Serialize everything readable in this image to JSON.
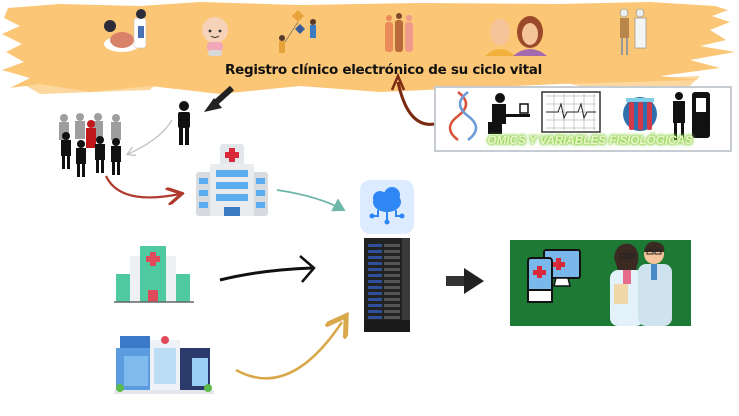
{
  "diagram": {
    "title": "Registro clínico electrónico de su ciclo vital",
    "omics_label": "OMICS Y VARIABLES FISIOLÓGICAS",
    "life_stages": [
      "pregnancy-doctor",
      "baby",
      "children-kite",
      "teenagers",
      "adults",
      "elderly"
    ],
    "omics_icons": [
      "dna-helix",
      "blood-pressure-patient",
      "ecg-monitor",
      "blood-test-tubes",
      "xray-scanner"
    ],
    "nodes": [
      {
        "id": "population",
        "icon": "population-crowd"
      },
      {
        "id": "individual",
        "icon": "person"
      },
      {
        "id": "hospital-1",
        "icon": "hospital-blue"
      },
      {
        "id": "hospital-2",
        "icon": "hospital-green"
      },
      {
        "id": "hospital-3",
        "icon": "hospital-complex"
      },
      {
        "id": "cloud",
        "icon": "cloud-network"
      },
      {
        "id": "server",
        "icon": "server-rack"
      },
      {
        "id": "clinicians",
        "icon": "doctors-with-devices"
      }
    ],
    "edges": [
      {
        "from": "title",
        "to": "individual",
        "style": "sketched-black"
      },
      {
        "from": "individual",
        "to": "population",
        "color": "#bdbdbd"
      },
      {
        "from": "population",
        "to": "hospital-1",
        "color": "#b03a2e"
      },
      {
        "from": "hospital-1",
        "to": "cloud",
        "color": "#6fb7a8"
      },
      {
        "from": "hospital-2",
        "to": "server",
        "color": "#111111"
      },
      {
        "from": "hospital-3",
        "to": "server",
        "color": "#d9a84a"
      },
      {
        "from": "server",
        "to": "clinicians",
        "style": "sketched-black"
      },
      {
        "from": "omics",
        "to": "title",
        "color": "#7a2a10"
      }
    ],
    "colors": {
      "banner": "#fbc675",
      "panel": "#1d7a35",
      "omics_glow": "#8fd24a"
    }
  }
}
